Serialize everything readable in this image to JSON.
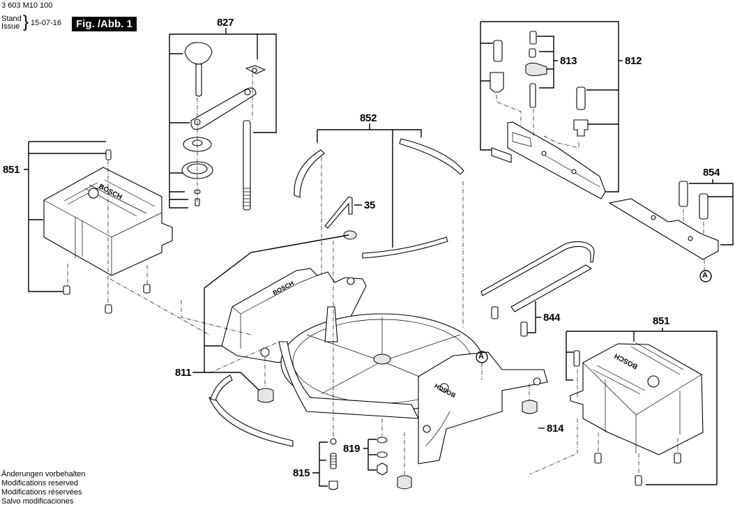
{
  "header": {
    "part_number": "3 603 M10 100",
    "stand_label": "Stand",
    "issue_label": "Issue",
    "date": "15-07-16",
    "figure_label": "Fig. /Abb. 1"
  },
  "footer": {
    "notes": [
      "Änderungen vorbehalten",
      "Modifications reserved",
      "Modifications réservées",
      "Salvo modificaciones"
    ]
  },
  "callouts": {
    "c827": "827",
    "c812": "812",
    "c813": "813",
    "c851_left": "851",
    "c852": "852",
    "c35": "35",
    "c854": "854",
    "c811": "811",
    "c844": "844",
    "c851_right": "851",
    "c814": "814",
    "c819": "819",
    "c815": "815"
  },
  "reference_markers": {
    "a1": "A",
    "a2": "A"
  },
  "brand_marks": {
    "logo_text": "BOSCH"
  }
}
